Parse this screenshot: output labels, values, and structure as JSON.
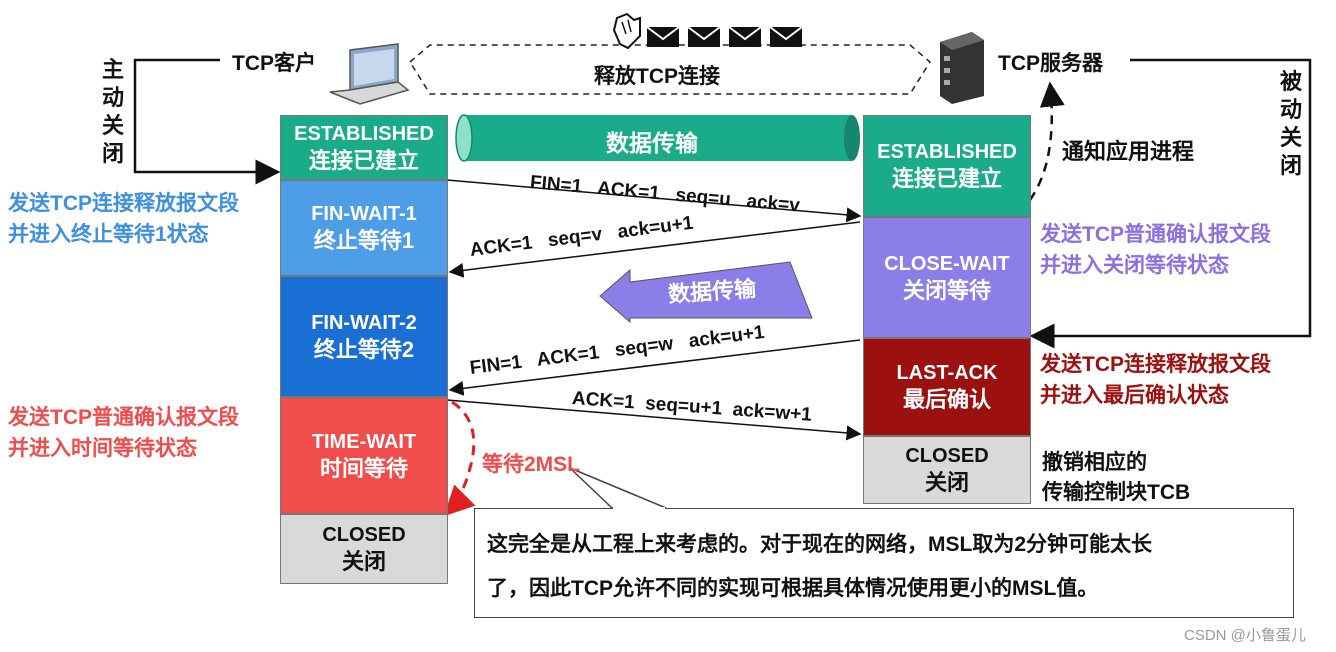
{
  "top": {
    "client_label": "TCP客户",
    "server_label": "TCP服务器",
    "release_label": "释放TCP连接"
  },
  "side": {
    "active_close": [
      "主",
      "动",
      "关",
      "闭"
    ],
    "passive_close": [
      "被",
      "动",
      "关",
      "闭"
    ],
    "notify_app": "通知应用进程"
  },
  "client_states": [
    {
      "name": "ESTABLISHED",
      "desc": "连接已建立",
      "color": "#1aab8a"
    },
    {
      "name": "FIN-WAIT-1",
      "desc": "终止等待1",
      "color": "#4d9ee6"
    },
    {
      "name": "FIN-WAIT-2",
      "desc": "终止等待2",
      "color": "#1a6fd4"
    },
    {
      "name": "TIME-WAIT",
      "desc": "时间等待",
      "color": "#f04c4c"
    },
    {
      "name": "CLOSED",
      "desc": "关闭",
      "color": "#d9d9d9"
    }
  ],
  "server_states": [
    {
      "name": "ESTABLISHED",
      "desc": "连接已建立",
      "color": "#1aab8a"
    },
    {
      "name": "CLOSE-WAIT",
      "desc": "关闭等待",
      "color": "#8c7ee8"
    },
    {
      "name": "LAST-ACK",
      "desc": "最后确认",
      "color": "#9c1010"
    },
    {
      "name": "CLOSED",
      "desc": "关闭",
      "color": "#d9d9d9"
    }
  ],
  "segments": {
    "fin1": "FIN=1   ACK=1   seq=u   ack=v",
    "ack1": "ACK=1   seq=v   ack=u+1",
    "fin2": "FIN=1   ACK=1   seq=w   ack=u+1",
    "ack2": "ACK=1  seq=u+1  ack=w+1"
  },
  "data_transfer_1": "数据传输",
  "data_transfer_2": "数据传输",
  "annotations": {
    "left_blue_1": "发送TCP连接释放报文段",
    "left_blue_2": "并进入终止等待1状态",
    "left_red_1": "发送TCP普通确认报文段",
    "left_red_2": "并进入时间等待状态",
    "right_purple_1": "发送TCP普通确认报文段",
    "right_purple_2": "并进入关闭等待状态",
    "right_red_1": "发送TCP连接释放报文段",
    "right_red_2": "并进入最后确认状态",
    "right_black_1": "撤销相应的",
    "right_black_2": "传输控制块TCB",
    "wait_2msl": "等待2MSL"
  },
  "note": {
    "line1": "这完全是从工程上来考虑的。对于现在的网络，MSL取为2分钟可能太长",
    "line2": "了，因此TCP允许不同的实现可根据具体情况使用更小的MSL值。"
  },
  "watermark": "CSDN @小鲁蛋儿",
  "colors": {
    "blue_text": "#3d8fe0",
    "red_text": "#f04c4c",
    "purple_text": "#8c6fe0",
    "darkred_text": "#9c1010",
    "teal": "#1aab8a"
  }
}
